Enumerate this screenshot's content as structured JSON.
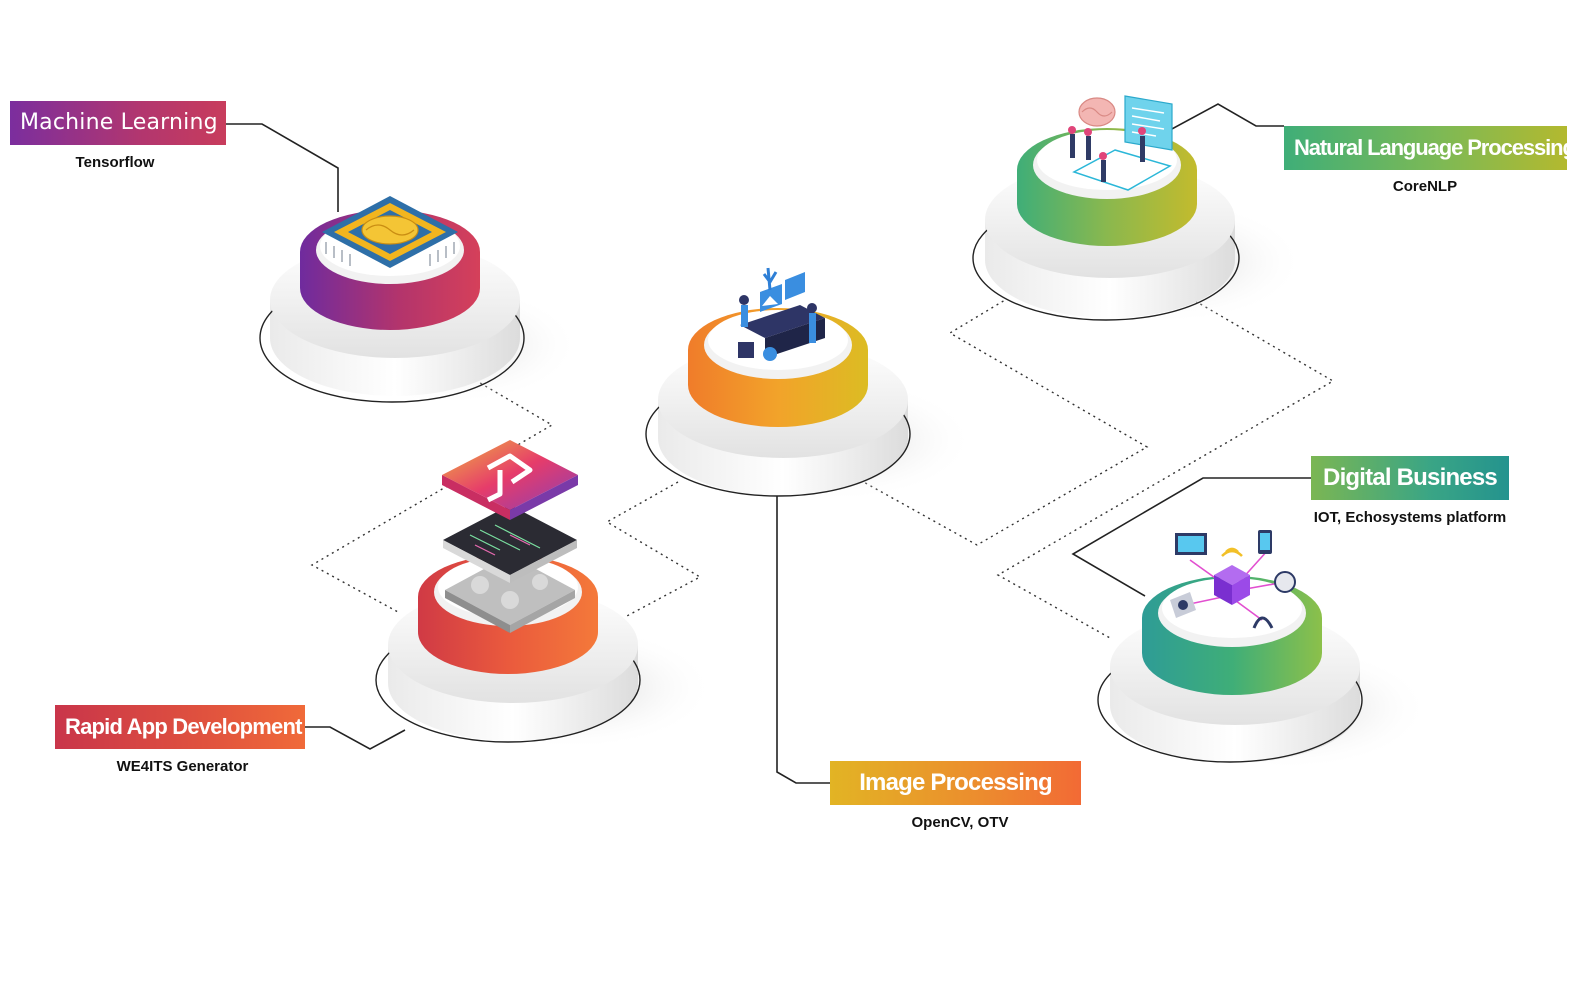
{
  "nodes": [
    {
      "key": "ml",
      "title": "Machine Learning",
      "subtitle": "Tensorflow",
      "icon": "brain-chip-icon",
      "gradient": [
        "#6f2b9e",
        "#b3346c",
        "#d5405a"
      ]
    },
    {
      "key": "nlp",
      "title": "Natural Language Processing",
      "subtitle": "CoreNLP",
      "icon": "brain-team-icon",
      "gradient": [
        "#3fae78",
        "#8ab84e",
        "#c3bb2d"
      ]
    },
    {
      "key": "ip",
      "title": "Image Processing",
      "subtitle": "OpenCV, OTV",
      "icon": "image-team-icon",
      "gradient": [
        "#f07c2a",
        "#f2a32a",
        "#dcbc23"
      ]
    },
    {
      "key": "rad",
      "title": "Rapid App Development",
      "subtitle": "WE4ITS Generator",
      "icon": "app-layers-icon",
      "gradient": [
        "#d03a45",
        "#ea5a3d",
        "#f4793a"
      ]
    },
    {
      "key": "db",
      "title": "Digital Business",
      "subtitle": "IOT, Echosystems platform",
      "icon": "iot-ecosystem-icon",
      "gradient": [
        "#2e9c96",
        "#3fae78",
        "#8cc04a"
      ]
    }
  ]
}
